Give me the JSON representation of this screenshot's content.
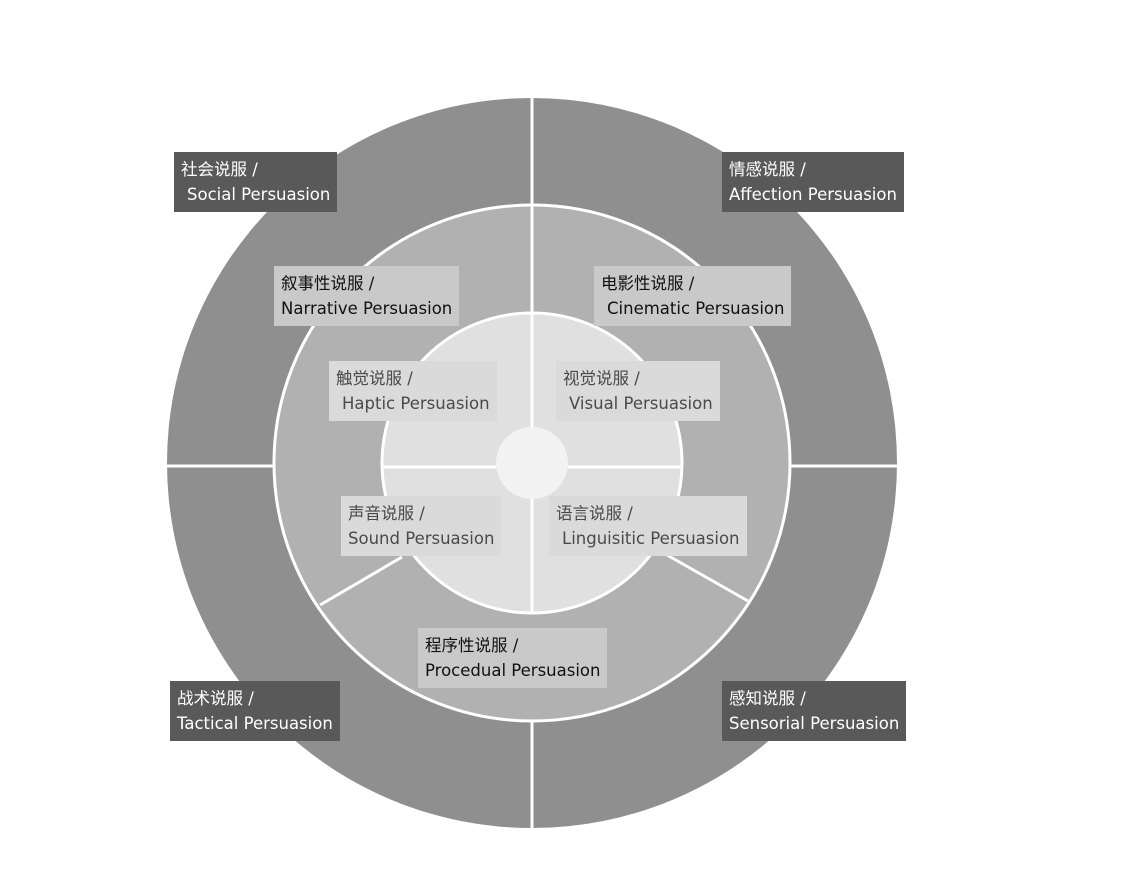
{
  "colors": {
    "outer_ring": "#8f8f8f",
    "middle_ring": "#b1b1b1",
    "inner_disc": "#e0e0e0",
    "center": "#f2f2f2",
    "divider": "#ffffff",
    "outer_label_bg": "#595959",
    "middle_label_bg": "#c9c9c9",
    "inner_label_bg": "#dadada"
  },
  "outer_labels": [
    {
      "zh": "社会说服 /",
      "en": "Social Persuasion"
    },
    {
      "zh": "情感说服 /",
      "en": "Affection Persuasion"
    },
    {
      "zh": "战术说服 /",
      "en": "Tactical Persuasion"
    },
    {
      "zh": "感知说服 /",
      "en": "Sensorial Persuasion"
    }
  ],
  "middle_labels": [
    {
      "zh": "叙事性说服 /",
      "en": "Narrative Persuasion"
    },
    {
      "zh": "电影性说服 /",
      "en": "Cinematic Persuasion"
    },
    {
      "zh": "程序性说服 /",
      "en": "Procedual Persuasion"
    }
  ],
  "inner_labels": [
    {
      "zh": "触觉说服 /",
      "en": "Haptic Persuasion"
    },
    {
      "zh": "视觉说服 /",
      "en": "Visual Persuasion"
    },
    {
      "zh": "声音说服 /",
      "en": "Sound Persuasion"
    },
    {
      "zh": "语言说服 /",
      "en": "Linguisitic Persuasion"
    }
  ]
}
